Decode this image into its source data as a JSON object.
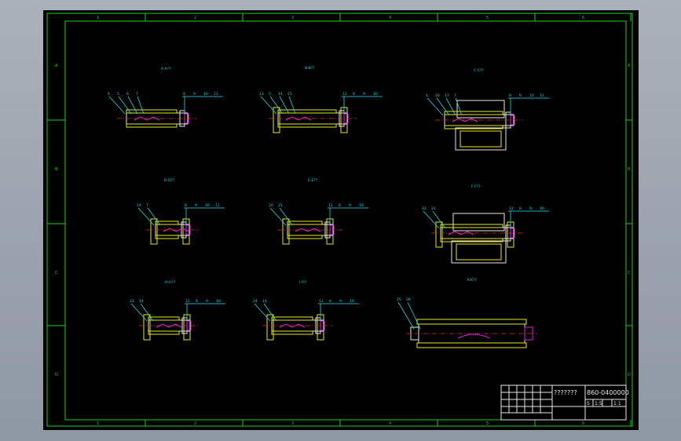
{
  "frame": {
    "column_labels": [
      "1",
      "2",
      "3",
      "4",
      "5",
      "6"
    ],
    "row_labels": [
      "A",
      "B",
      "C",
      "D"
    ]
  },
  "title_block": {
    "title": "???????",
    "drawing_number": "860-0400000",
    "scale_cells": [
      "S",
      "1:5",
      "",
      "1:1"
    ]
  },
  "views": [
    {
      "id": "aa",
      "title": "A-A??",
      "left_labels": [
        "4",
        "5",
        "6",
        "7"
      ],
      "right_labels": [
        "8",
        "9",
        "10",
        "11"
      ]
    },
    {
      "id": "bb",
      "title": "B-B??",
      "left_labels": [
        "13",
        "5",
        "14",
        "15"
      ],
      "right_labels": [
        "12",
        "8",
        "9",
        "10"
      ]
    },
    {
      "id": "cc",
      "title": "C-C??",
      "left_labels": [
        "4",
        "16",
        "17",
        "7"
      ],
      "right_labels": [
        "8",
        "9",
        "10",
        "11"
      ]
    },
    {
      "id": "dd",
      "title": "D-D??",
      "left_labels": [
        "19",
        "7"
      ],
      "right_labels": [
        "8",
        "9",
        "10",
        "11"
      ]
    },
    {
      "id": "ee",
      "title": "E-E??",
      "left_labels": [
        "20",
        "21"
      ],
      "right_labels": [
        "12",
        "8",
        "9",
        "10"
      ]
    },
    {
      "id": "ff",
      "title": "F-F??",
      "left_labels": [
        "22",
        "21"
      ],
      "right_labels": [
        "12",
        "8",
        "9",
        "10"
      ]
    },
    {
      "id": "hh",
      "title": "H-H??",
      "left_labels": [
        "23",
        "14"
      ],
      "right_labels": [
        "12",
        "8",
        "9",
        "10"
      ]
    },
    {
      "id": "ii",
      "title": "I-I??",
      "left_labels": [
        "24",
        "14"
      ],
      "right_labels": [
        "12",
        "8",
        "9",
        "10"
      ]
    },
    {
      "id": "kk",
      "title": "K-K??",
      "left_labels": [
        "25",
        "26"
      ],
      "right_labels": []
    }
  ]
}
